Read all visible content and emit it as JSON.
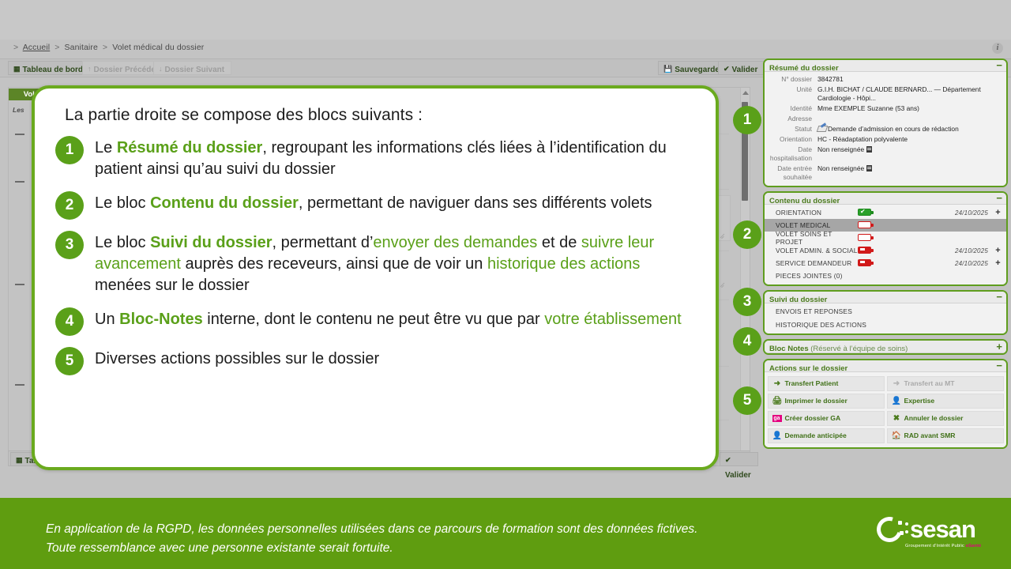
{
  "breadcrumb": {
    "items": [
      "Accueil",
      "Sanitaire",
      "Volet médical du dossier"
    ],
    "separator": ">"
  },
  "toolbar": {
    "dashboard_label": "Tableau de bord",
    "prev_label": "Dossier Précédent",
    "next_label": "Dossier Suivant",
    "save_label": "Sauvegarder",
    "validate_label": "Valider",
    "validate_bottom_label": "Valider",
    "dashboard_bottom_label": "Tab"
  },
  "left_pane": {
    "tab_label": "Volet",
    "note": "Les"
  },
  "resume": {
    "title": "Résumé du dossier",
    "toggle": "−",
    "fields": [
      {
        "label": "N° dossier",
        "value": "3842781"
      },
      {
        "label": "Unité",
        "value": "G.I.H. BICHAT / CLAUDE BERNARD... — Département Cardiologie - Hôpi..."
      },
      {
        "label": "Identité",
        "value": "Mme EXEMPLE Suzanne (53 ans)"
      },
      {
        "label": "Adresse",
        "value": ""
      },
      {
        "label": "Statut",
        "value": "Demande d’admission en cours de rédaction",
        "icon": "pencil-icon"
      },
      {
        "label": "Orientation",
        "value": "HC - Réadaptation polyvalente"
      },
      {
        "label": "Date hospitalisation",
        "value": "Non renseignée",
        "icon": "calendar-icon"
      },
      {
        "label": "Date entrée souhaitée",
        "value": "Non renseignée",
        "icon": "calendar-icon"
      }
    ]
  },
  "contenu": {
    "title": "Contenu du dossier",
    "toggle": "−",
    "rows": [
      {
        "name": "ORIENTATION",
        "status": "full",
        "date": "24/10/2025",
        "plus": "+",
        "selected": false
      },
      {
        "name": "VOLET MEDICAL",
        "status": "empty",
        "date": "",
        "plus": "",
        "selected": true
      },
      {
        "name": "VOLET SOINS ET PROJET",
        "status": "empty",
        "date": "",
        "plus": "",
        "selected": false
      },
      {
        "name": "VOLET ADMIN. & SOCIAL",
        "status": "low",
        "date": "24/10/2025",
        "plus": "+",
        "selected": false
      },
      {
        "name": "SERVICE DEMANDEUR",
        "status": "low",
        "date": "24/10/2025",
        "plus": "+",
        "selected": false
      },
      {
        "name": "PIECES JOINTES (0)",
        "status": "none",
        "date": "",
        "plus": "",
        "selected": false
      }
    ]
  },
  "suivi": {
    "title": "Suivi du dossier",
    "toggle": "−",
    "rows": [
      "ENVOIS ET REPONSES",
      "HISTORIQUE DES ACTIONS"
    ]
  },
  "bloc_notes": {
    "title": "Bloc Notes",
    "subtitle": "(Réservé à l’équipe de soins)",
    "toggle": "+"
  },
  "actions": {
    "title": "Actions sur le dossier",
    "toggle": "−",
    "items": [
      {
        "label": "Transfert Patient",
        "icon": "arrow-right-icon",
        "disabled": false
      },
      {
        "label": "Transfert au MT",
        "icon": "arrow-right-icon",
        "disabled": true
      },
      {
        "label": "Imprimer le dossier",
        "icon": "printer-icon",
        "disabled": false
      },
      {
        "label": "Expertise",
        "icon": "user-question-icon",
        "disabled": false
      },
      {
        "label": "Créer dossier GA",
        "icon": "ga-badge-icon",
        "disabled": false
      },
      {
        "label": "Annuler le dossier",
        "icon": "cross-icon",
        "disabled": false
      },
      {
        "label": "Demande anticipée",
        "icon": "user-question-icon",
        "disabled": false
      },
      {
        "label": "RAD avant SMR",
        "icon": "home-icon",
        "disabled": false
      }
    ]
  },
  "callout": {
    "lead": "La partie droite se compose des blocs suivants :",
    "items": [
      {
        "number": "1",
        "parts": [
          {
            "t": "Le ",
            "s": "n"
          },
          {
            "t": "Résumé du dossier",
            "s": "gb"
          },
          {
            "t": ", regroupant les informations clés liées à l’identification du patient ainsi qu’au suivi du dossier",
            "s": "n"
          }
        ]
      },
      {
        "number": "2",
        "parts": [
          {
            "t": "Le bloc ",
            "s": "n"
          },
          {
            "t": "Contenu du dossier",
            "s": "gb"
          },
          {
            "t": ",  permettant de naviguer dans ses différents volets",
            "s": "n"
          }
        ]
      },
      {
        "number": "3",
        "parts": [
          {
            "t": "Le bloc ",
            "s": "n"
          },
          {
            "t": "Suivi du dossier",
            "s": "gb"
          },
          {
            "t": ", permettant d’",
            "s": "n"
          },
          {
            "t": "envoyer des demandes",
            "s": "g"
          },
          {
            "t": " et de ",
            "s": "n"
          },
          {
            "t": "suivre leur avancement",
            "s": "g"
          },
          {
            "t": " auprès des receveurs, ainsi que de voir un ",
            "s": "n"
          },
          {
            "t": "historique des actions",
            "s": "g"
          },
          {
            "t": " menées sur le dossier",
            "s": "n"
          }
        ]
      },
      {
        "number": "4",
        "parts": [
          {
            "t": "Un ",
            "s": "n"
          },
          {
            "t": "Bloc-Notes",
            "s": "gb"
          },
          {
            "t": " interne, dont le contenu ne peut être vu que par ",
            "s": "n"
          },
          {
            "t": "votre établissement",
            "s": "g"
          }
        ]
      },
      {
        "number": "5",
        "parts": [
          {
            "t": "Diverses actions possibles sur le dossier",
            "s": "n"
          }
        ]
      }
    ]
  },
  "step_badges": [
    "1",
    "2",
    "3",
    "4",
    "5"
  ],
  "footer": {
    "line1": "En application de la RGPD, les données personnelles utilisées dans ce parcours de formation sont des données fictives.",
    "line2": "Toute ressemblance avec une personne existante serait fortuite.",
    "logo_word": "sesan",
    "logo_tagline_a": "Groupement d’Intérêt Public ",
    "logo_tagline_b": "eSanté"
  },
  "colors": {
    "brand_green": "#5f9d10",
    "accent_green": "#5aa019",
    "header_green": "#4a7a1c",
    "red": "#d11a1a",
    "pink": "#e4007f"
  }
}
